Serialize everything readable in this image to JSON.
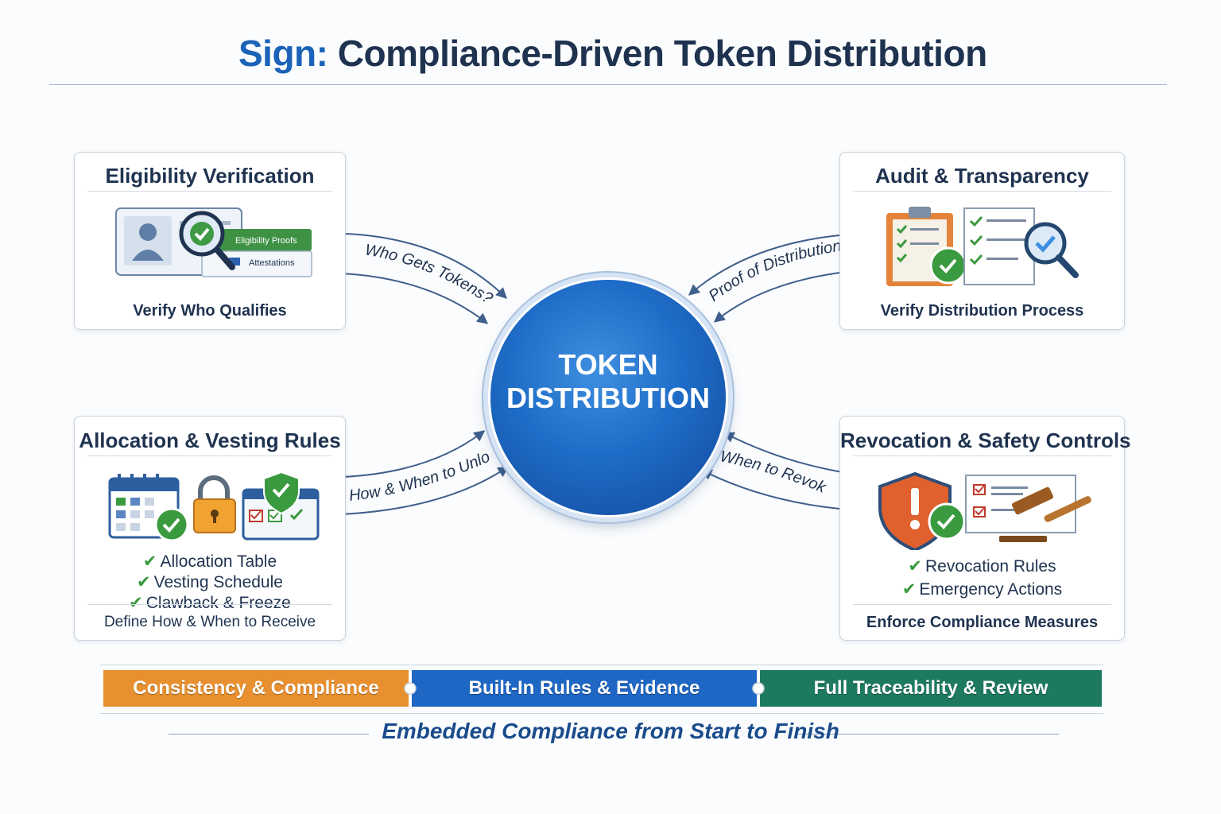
{
  "header": {
    "brand": "Sign:",
    "title": "Compliance-Driven Token Distribution"
  },
  "hub": {
    "line1": "TOKEN",
    "line2": "DISTRIBUTION"
  },
  "cards": {
    "eligibility": {
      "title": "Eligibility Verification",
      "caption": "Verify Who Qualifies",
      "badge1": "Eligibility Proofs",
      "badge2": "Attestations"
    },
    "audit": {
      "title": "Audit & Transparency",
      "caption": "Verify Distribution Process"
    },
    "allocation": {
      "title": "Allocation & Vesting Rules",
      "items": [
        "Allocation Table",
        "Vesting Schedule",
        "Clawback & Freeze"
      ],
      "caption": "Define How & When to Receive"
    },
    "revocation": {
      "title": "Revocation & Safety Controls",
      "items": [
        "Revocation Rules",
        "Emergency Actions"
      ],
      "caption": "Enforce Compliance Measures"
    }
  },
  "arrow_labels": {
    "top_left": "Who Gets Tokens?",
    "top_right": "Proof of Distribution",
    "bottom_left": "How & When to Unlock",
    "bottom_right": "When to Revoke"
  },
  "bars": [
    {
      "label": "Consistency & Compliance",
      "color": "#e8902f"
    },
    {
      "label": "Built-In Rules & Evidence",
      "color": "#1f67c4"
    },
    {
      "label": "Full Traceability & Review",
      "color": "#1e7a5f"
    }
  ],
  "footer": "Embedded Compliance from Start to Finish",
  "colors": {
    "accent_blue": "#1a63b8",
    "navy_text": "#1f3350",
    "check_green": "#3a9a3f"
  }
}
